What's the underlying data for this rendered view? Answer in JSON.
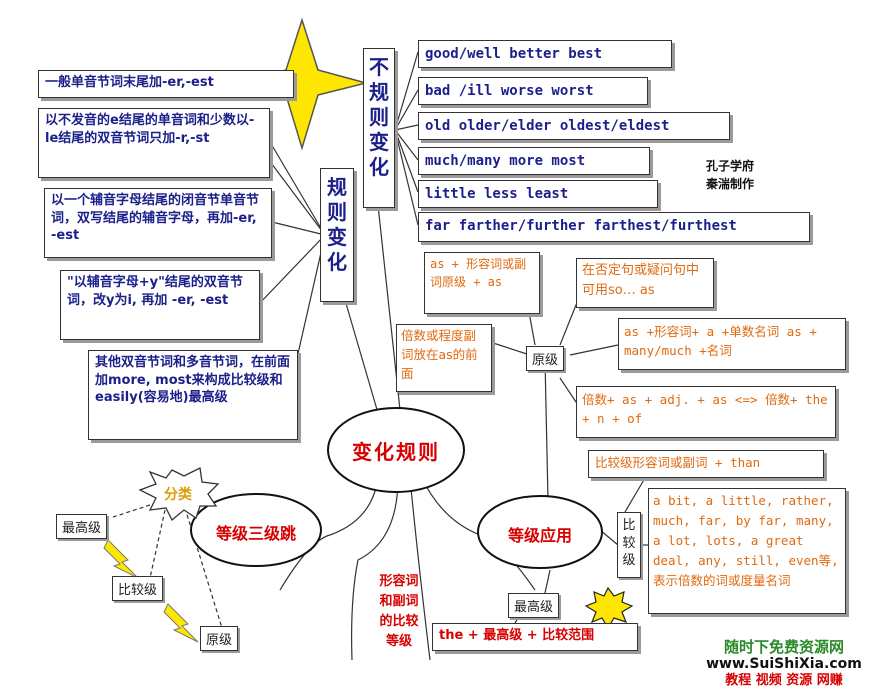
{
  "center": "变化规则",
  "left_oval": "等级三级跳",
  "right_oval": "等级应用",
  "trunk_text": [
    "形容词",
    "和副词",
    "的比较",
    "等级"
  ],
  "irregular": {
    "title": [
      "不",
      "规",
      "则",
      "变",
      "化"
    ],
    "items": [
      "good/well   better  best",
      "bad /ill  worse  worst",
      "old  older/elder  oldest/eldest",
      "much/many  more  most",
      "little   less   least",
      "far  farther/further  farthest/furthest"
    ]
  },
  "credit": [
    "孔子学府",
    "秦湍制作"
  ],
  "regular": {
    "title": [
      "规",
      "则",
      "变",
      "化"
    ],
    "rules": [
      "一般单音节词末尾加-er,-est",
      "以不发音的e结尾的单音词和少数以- le结尾的双音节词只加-r,-st",
      "以一个辅音字母结尾的闭音节单音节词，双写结尾的辅音字母，再加-er, -est",
      "\"以辅音字母+y\"结尾的双音节词，改y为i, 再加 -er, -est",
      "其他双音节词和多音节词，在前面加more, most来构成比较级和easily(容易地)最高级"
    ]
  },
  "classify": {
    "burst": "分类",
    "items": [
      "最高级",
      "比较级",
      "原级"
    ]
  },
  "positive": {
    "label": "原级",
    "notes": [
      "as + 形容词或副词原级 + as",
      "倍数或程度副词放在as的前面",
      "在否定句或疑问句中可用so… as",
      "as +形容词+ a +单数名词 as + many/much +名词",
      "倍数+ as + adj. + as  <=> 倍数+ the + n + of"
    ]
  },
  "comparative": {
    "label": [
      "比",
      "较",
      "级"
    ],
    "rule": "比较级形容词或副词 + than",
    "modifiers": "a bit, a little, rather, much, far, by far, many, a lot, lots, a great deal, any, still, even等,表示倍数的词或度量名词"
  },
  "superlative": {
    "label": "最高级",
    "rule": "the + 最高级 + 比较范围"
  },
  "watermark": [
    "随时下免费资源网",
    "www.SuiShiXia.com",
    "教程 视频 资源 网赚"
  ],
  "colors": {
    "navy": "#1a1f8a",
    "orange": "#e06a10",
    "red": "#d80000",
    "yellow": "#ffe600",
    "burst_text": "#d8a000"
  }
}
